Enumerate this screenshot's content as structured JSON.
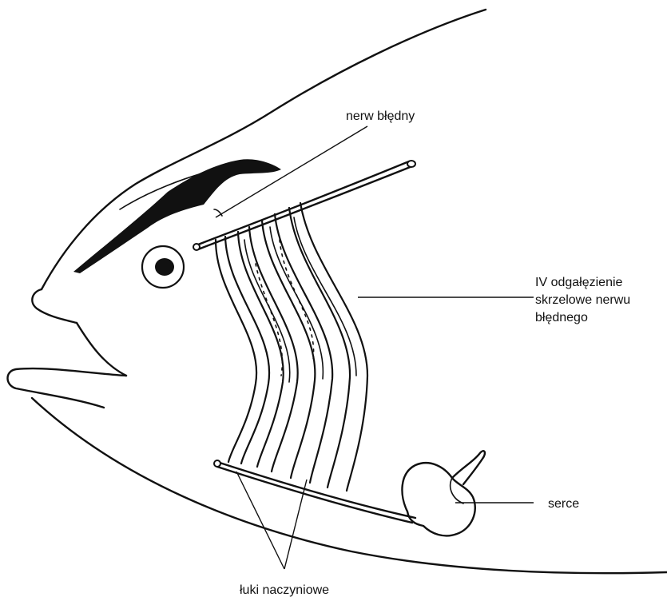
{
  "labels": {
    "vagus_nerve": "nerw błędny",
    "branch_line1": "IV odgałęzienie",
    "branch_line2": "skrzelowe nerwu",
    "branch_line3": "błędnego",
    "heart": "serce",
    "vessel_arches": "łuki naczyniowe"
  }
}
